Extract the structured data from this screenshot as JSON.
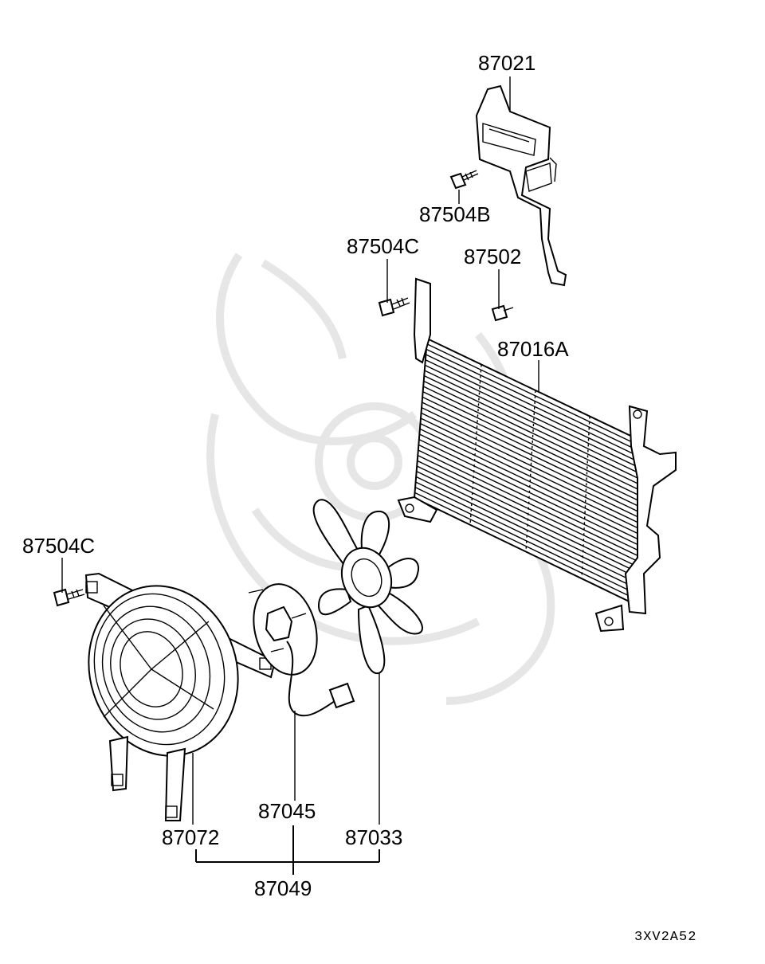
{
  "diagram": {
    "parts": {
      "p87021": "87021",
      "p87504B": "87504B",
      "p87504C_top": "87504C",
      "p87502": "87502",
      "p87016A": "87016A",
      "p87504C_left": "87504C",
      "p87045": "87045",
      "p87072": "87072",
      "p87033": "87033",
      "p87049": "87049"
    },
    "ref_code": "3XV2A52"
  },
  "colors": {
    "line": "#000000",
    "background": "#ffffff",
    "watermark": "#e6e6e6"
  }
}
